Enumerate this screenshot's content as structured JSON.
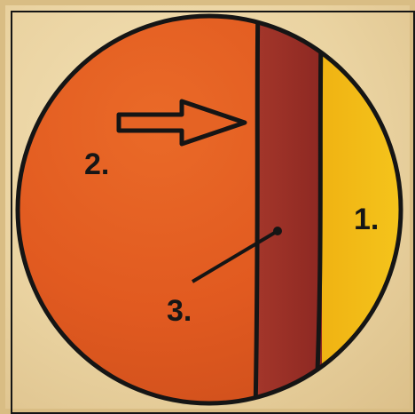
{
  "diagram": {
    "labels": {
      "one": "1.",
      "two": "2.",
      "three": "3."
    },
    "colors": {
      "region_left": "#e56324",
      "band_middle": "#9b2f24",
      "region_right": "#f2bf16",
      "outline": "#151515",
      "background": "#ead3a1"
    },
    "icons": [
      "right-arrow-icon"
    ]
  }
}
